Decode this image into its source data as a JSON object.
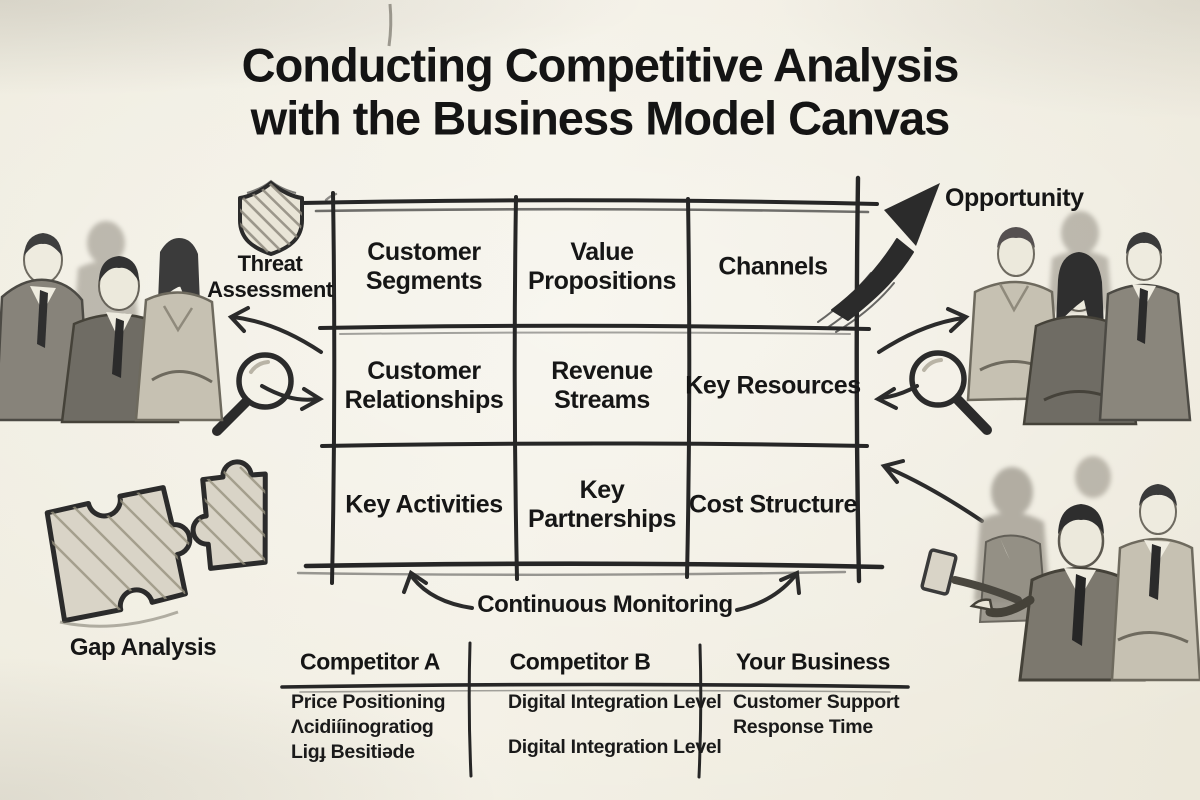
{
  "title": {
    "line1": "Conducting Competitive Analysis",
    "line2": "with the Business Model Canvas"
  },
  "canvas": {
    "cells": [
      "Customer Segments",
      "Value Propositions",
      "Channels",
      "Customer Relationships",
      "Revenue Streams",
      "Key Resources",
      "Key Activities",
      "Key Partnerships",
      "Cost Structure"
    ]
  },
  "annotations": {
    "threat_assessment": "Threat Assessment",
    "opportunity": "Opportunity",
    "gap_analysis": "Gap Analysis",
    "continuous_monitoring": "Continuous Monitoring"
  },
  "comparison_table": {
    "columns": [
      {
        "header": "Competitor A",
        "rows": [
          "Price Positioning",
          "Λcidiíinogratiog",
          "Ligɟ Besitiəde"
        ]
      },
      {
        "header": "Competitor B",
        "rows": [
          "Digital Integration Level",
          "Digital Integration Level"
        ]
      },
      {
        "header": "Your Business",
        "rows": [
          "Customer Support Response Time"
        ]
      }
    ]
  },
  "icons": {
    "shield": "shield-icon",
    "magnifier_left": "magnifying-glass-icon",
    "magnifier_right": "magnifying-glass-icon",
    "puzzle": "puzzle-pieces-icon",
    "opportunity_arrow": "arrow-up-right-icon"
  },
  "colors": {
    "background": "#f1eee2",
    "ink": "#262626",
    "pencil_gray": "#8f8a7e"
  }
}
